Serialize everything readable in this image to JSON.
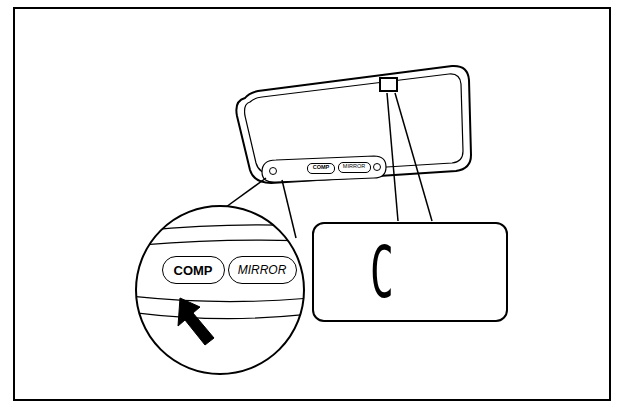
{
  "diagram": {
    "nodes": [
      {
        "text": [
          "COMP"
        ]
      },
      {
        "text": [
          "MIRROR"
        ]
      },
      {
        "text": [
          "C"
        ]
      },
      {
        "text": [
          "COMP"
        ]
      },
      {
        "text": [
          "MIRROR"
        ]
      }
    ]
  }
}
